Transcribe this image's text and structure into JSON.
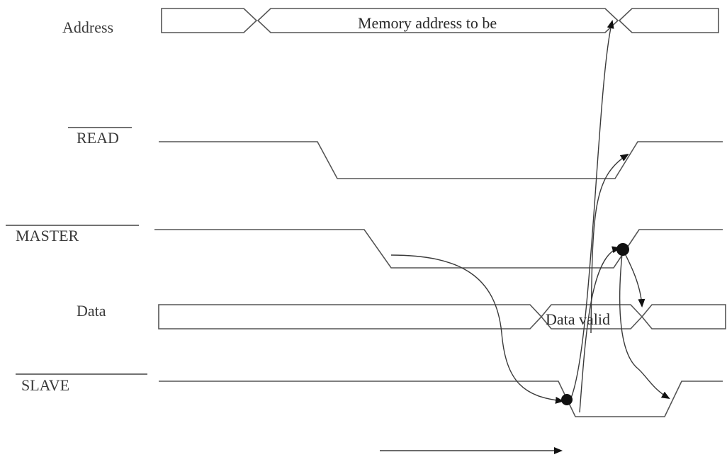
{
  "signals": {
    "address": {
      "label": "Address"
    },
    "read": {
      "label": "READ",
      "active_low": true
    },
    "master": {
      "label": "MASTER",
      "active_low": true
    },
    "data": {
      "label": "Data"
    },
    "slave": {
      "label": "SLAVE",
      "active_low": true
    }
  },
  "bus_text": {
    "address": "Memory address to be",
    "data": "Data valid"
  },
  "colors": {
    "line": "#555555",
    "text": "#3a3a3a",
    "dot": "#111111",
    "background": "#ffffff"
  },
  "time_arrow": {
    "direction": "right"
  }
}
